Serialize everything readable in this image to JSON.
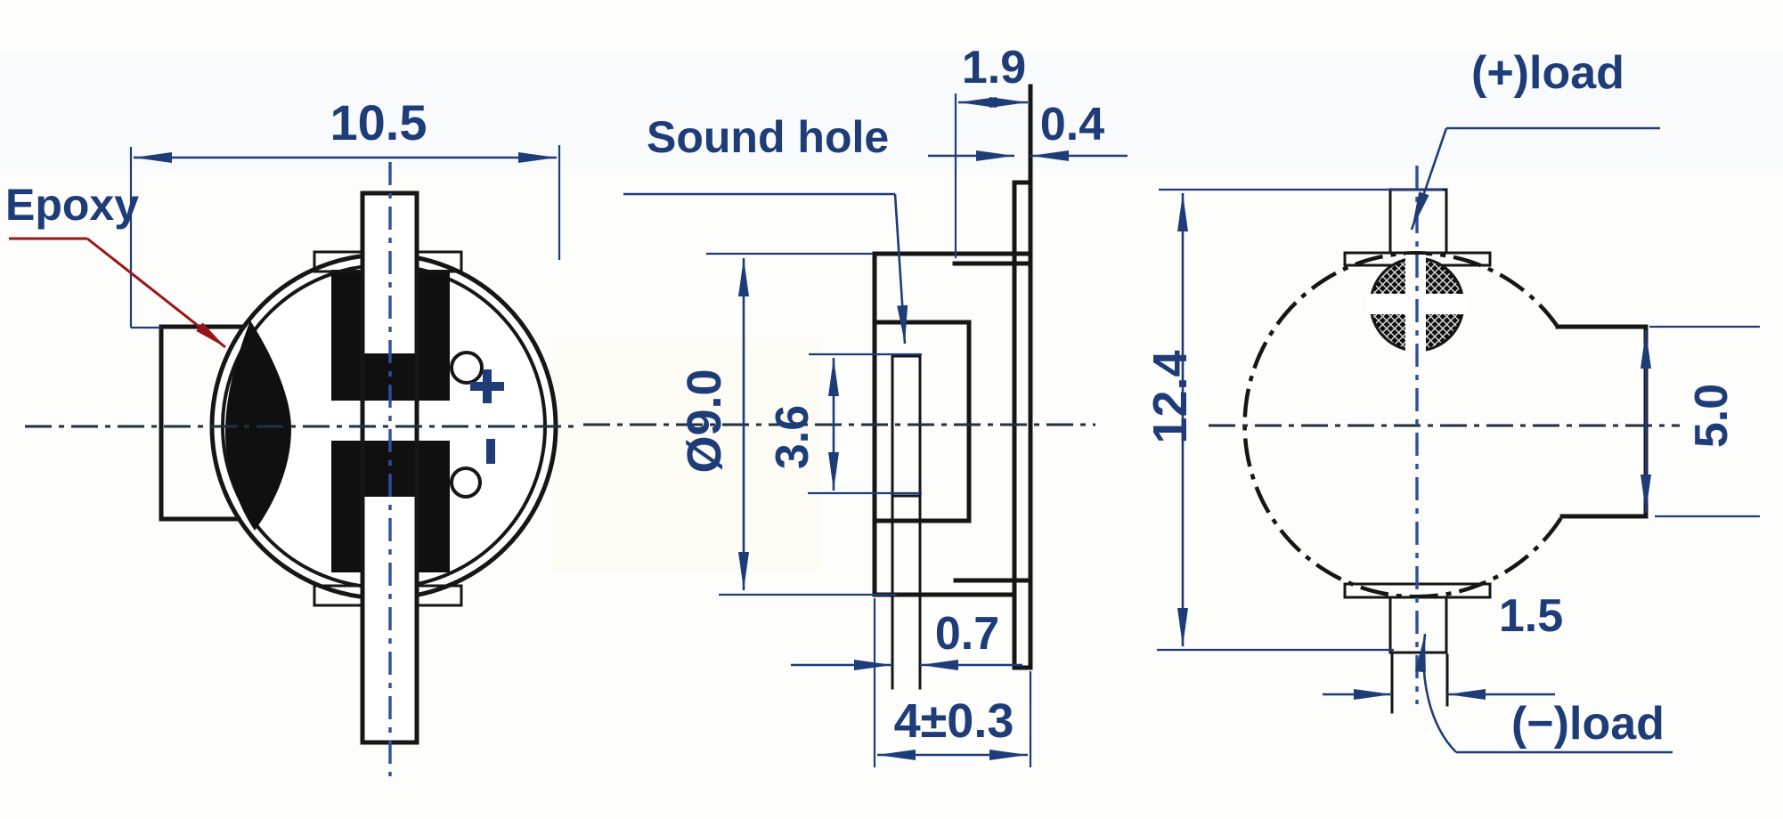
{
  "drawing": {
    "type": "smd-buzzer-mechanical-drawing",
    "views": {
      "front": {
        "label_epoxy": "Epoxy",
        "dim_overall_width": "10.5",
        "mark_plus": "+",
        "mark_minus": "-"
      },
      "side": {
        "label_sound_hole": "Sound hole",
        "dim_tab_depth": "1.9",
        "dim_tab_thickness": "0.4",
        "dim_body_diameter": "Ø9.0",
        "dim_sound_hole": "3.6",
        "dim_hole_wall": "0.7",
        "dim_body_depth": "4±0.3"
      },
      "back": {
        "label_load_plus": "(+)load",
        "label_load_minus": "(−)load",
        "dim_overall_height": "12.4",
        "dim_terminal_height": "5.0",
        "dim_pin_offset": "1.5"
      }
    },
    "colors": {
      "object_line": "#161616",
      "dimension": "#1e3c78",
      "epoxy_label": "#9a151b",
      "centerline_vertical": "#2f4f9e",
      "centerline_horizontal": "#22303f",
      "background": "#fdfdfb"
    }
  }
}
